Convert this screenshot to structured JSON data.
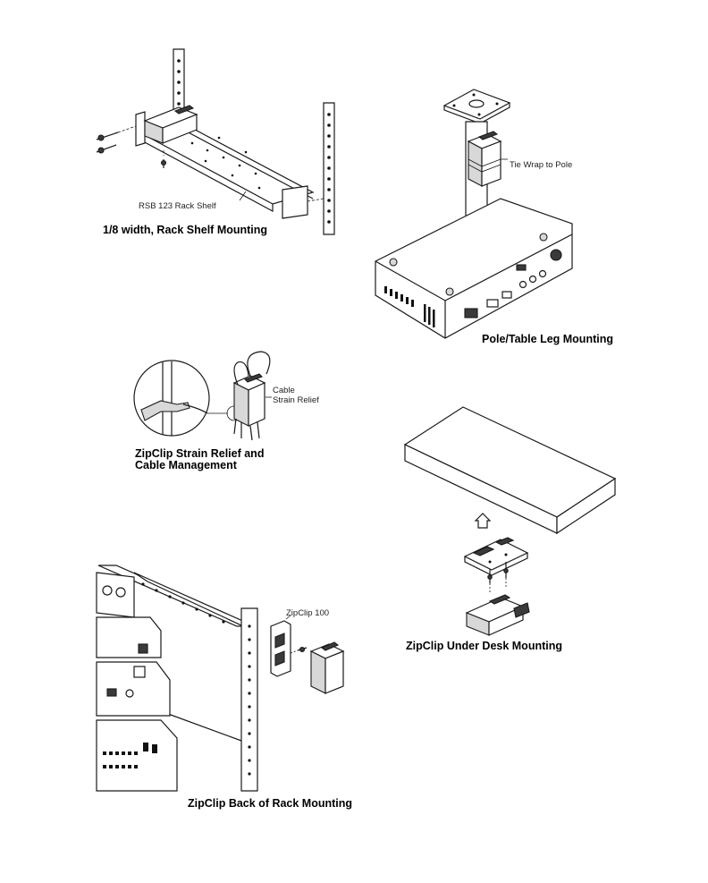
{
  "captions": {
    "rack_shelf": "1/8 width, Rack Shelf Mounting",
    "pole": "Pole/Table Leg Mounting",
    "strain_relief_line1": "ZipClip Strain Relief and",
    "strain_relief_line2": "Cable Management",
    "under_desk": "ZipClip Under Desk Mounting",
    "back_of_rack": "ZipClip Back of Rack Mounting"
  },
  "callouts": {
    "rsb_shelf": "RSB 123 Rack Shelf",
    "tie_wrap": "Tie Wrap to Pole",
    "cable_line1": "Cable",
    "cable_line2": "Strain Relief",
    "zipclip_100": "ZipClip 100"
  }
}
